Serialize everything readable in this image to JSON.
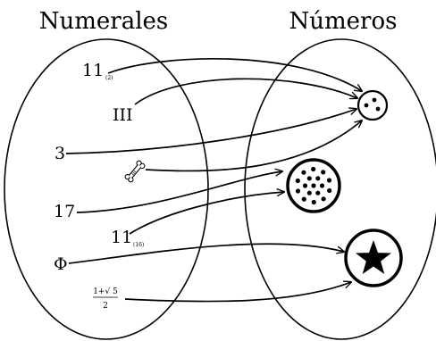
{
  "sets": {
    "left_title": "Numerales",
    "right_title": "Números"
  },
  "numerals": {
    "binary_main": "11",
    "binary_base": "(2)",
    "roman": "III",
    "arabic_three": "3",
    "bone_icon": "bone-tally-icon",
    "seventeen": "17",
    "hex_main": "11",
    "hex_base": "(16)",
    "phi": "Φ",
    "golden_numerator": "1+√ 5",
    "golden_denominator": "2"
  },
  "numbers": {
    "three_icon": "three-dots-circle-icon",
    "seventeen_icon": "seventeen-dots-circle-icon",
    "phi_icon": "star-circle-icon"
  },
  "colors": {
    "ink": "#000000",
    "background": "#ffffff"
  }
}
